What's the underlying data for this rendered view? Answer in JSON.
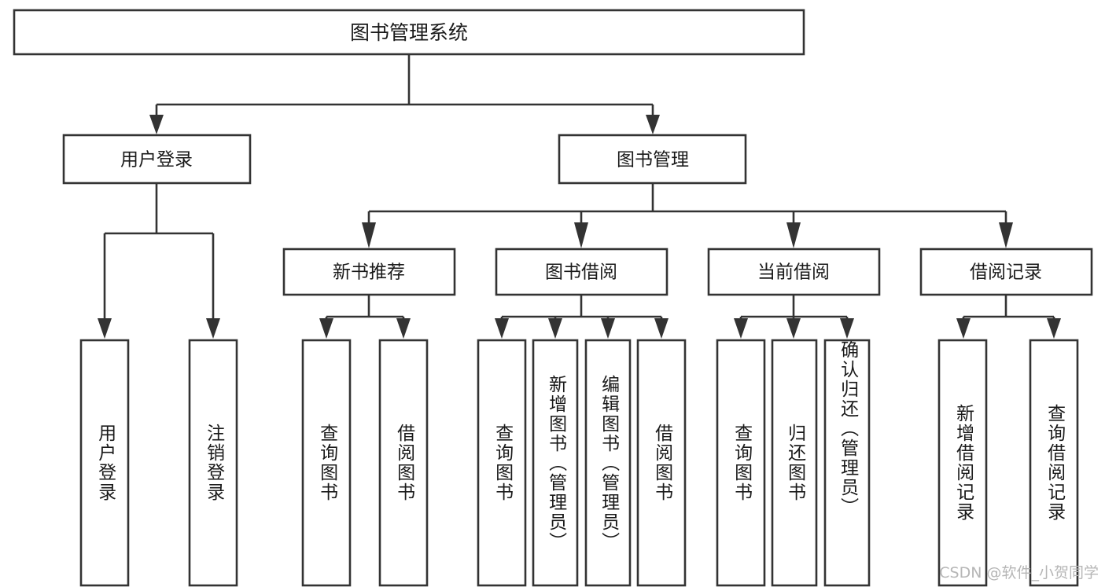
{
  "diagram": {
    "title": "图书管理系统",
    "watermark": "CSDN @软件_小贺同学",
    "stroke_color": "#333333",
    "fill_color": "#ffffff",
    "text_color": "#1a1a1a",
    "watermark_color": "#b6b6b6"
  },
  "chart_data": {
    "type": "diagram",
    "subtype": "tree",
    "title": "图书管理系统",
    "orientation": "top-down",
    "levels": 4,
    "root": {
      "id": "root",
      "label": "图书管理系统",
      "level": 1
    },
    "level2": [
      {
        "id": "user-login",
        "label": "用户登录",
        "level": 2,
        "parent": "root"
      },
      {
        "id": "book-manage",
        "label": "图书管理",
        "level": 2,
        "parent": "root"
      }
    ],
    "level3": [
      {
        "id": "new-book-recommend",
        "label": "新书推荐",
        "level": 3,
        "parent": "book-manage"
      },
      {
        "id": "book-borrow",
        "label": "图书借阅",
        "level": 3,
        "parent": "book-manage"
      },
      {
        "id": "current-borrow",
        "label": "当前借阅",
        "level": 3,
        "parent": "book-manage"
      },
      {
        "id": "borrow-record",
        "label": "借阅记录",
        "level": 3,
        "parent": "book-manage"
      }
    ],
    "leaves": [
      {
        "id": "leaf-user-login",
        "label": "用户登录",
        "level": 3,
        "parent": "user-login"
      },
      {
        "id": "leaf-logout",
        "label": "注销登录",
        "level": 3,
        "parent": "user-login"
      },
      {
        "id": "leaf-query-book-1",
        "label": "查询图书",
        "level": 4,
        "parent": "new-book-recommend"
      },
      {
        "id": "leaf-borrow-book-1",
        "label": "借阅图书",
        "level": 4,
        "parent": "new-book-recommend"
      },
      {
        "id": "leaf-query-book-2",
        "label": "查询图书",
        "level": 4,
        "parent": "book-borrow"
      },
      {
        "id": "leaf-add-book",
        "label": "新增图书（管理员）",
        "level": 4,
        "parent": "book-borrow"
      },
      {
        "id": "leaf-edit-book",
        "label": "编辑图书（管理员）",
        "level": 4,
        "parent": "book-borrow"
      },
      {
        "id": "leaf-borrow-book-2",
        "label": "借阅图书",
        "level": 4,
        "parent": "book-borrow"
      },
      {
        "id": "leaf-query-book-3",
        "label": "查询图书",
        "level": 4,
        "parent": "current-borrow"
      },
      {
        "id": "leaf-return-book",
        "label": "归还图书",
        "level": 4,
        "parent": "current-borrow"
      },
      {
        "id": "leaf-confirm-return",
        "label": "确认归还（管理员）",
        "level": 4,
        "parent": "current-borrow"
      },
      {
        "id": "leaf-add-record",
        "label": "新增借阅记录",
        "level": 4,
        "parent": "borrow-record"
      },
      {
        "id": "leaf-query-record",
        "label": "查询借阅记录",
        "level": 4,
        "parent": "borrow-record"
      }
    ],
    "edges": [
      {
        "from": "root",
        "to": "user-login"
      },
      {
        "from": "root",
        "to": "book-manage"
      },
      {
        "from": "user-login",
        "to": "leaf-user-login"
      },
      {
        "from": "user-login",
        "to": "leaf-logout"
      },
      {
        "from": "book-manage",
        "to": "new-book-recommend"
      },
      {
        "from": "book-manage",
        "to": "book-borrow"
      },
      {
        "from": "book-manage",
        "to": "current-borrow"
      },
      {
        "from": "book-manage",
        "to": "borrow-record"
      },
      {
        "from": "new-book-recommend",
        "to": "leaf-query-book-1"
      },
      {
        "from": "new-book-recommend",
        "to": "leaf-borrow-book-1"
      },
      {
        "from": "book-borrow",
        "to": "leaf-query-book-2"
      },
      {
        "from": "book-borrow",
        "to": "leaf-add-book"
      },
      {
        "from": "book-borrow",
        "to": "leaf-edit-book"
      },
      {
        "from": "book-borrow",
        "to": "leaf-borrow-book-2"
      },
      {
        "from": "current-borrow",
        "to": "leaf-query-book-3"
      },
      {
        "from": "current-borrow",
        "to": "leaf-return-book"
      },
      {
        "from": "current-borrow",
        "to": "leaf-confirm-return"
      },
      {
        "from": "borrow-record",
        "to": "leaf-add-record"
      },
      {
        "from": "borrow-record",
        "to": "leaf-query-record"
      }
    ]
  },
  "boxes": {
    "root": {
      "label": "图书管理系统"
    },
    "user_login": {
      "label": "用户登录"
    },
    "book_manage": {
      "label": "图书管理"
    },
    "new_book_recommend": {
      "label": "新书推荐"
    },
    "book_borrow": {
      "label": "图书借阅"
    },
    "current_borrow": {
      "label": "当前借阅"
    },
    "borrow_record": {
      "label": "借阅记录"
    }
  },
  "leaf_boxes": [
    {
      "label": "用户登录"
    },
    {
      "label": "注销登录"
    },
    {
      "label": "查询图书"
    },
    {
      "label": "借阅图书"
    },
    {
      "label": "查询图书"
    },
    {
      "label": "新增图书（管理员）"
    },
    {
      "label": "编辑图书（管理员）"
    },
    {
      "label": "借阅图书"
    },
    {
      "label": "查询图书"
    },
    {
      "label": "归还图书"
    },
    {
      "label": "确认归还（管理员）"
    },
    {
      "label": "新增借阅记录"
    },
    {
      "label": "查询借阅记录"
    }
  ]
}
